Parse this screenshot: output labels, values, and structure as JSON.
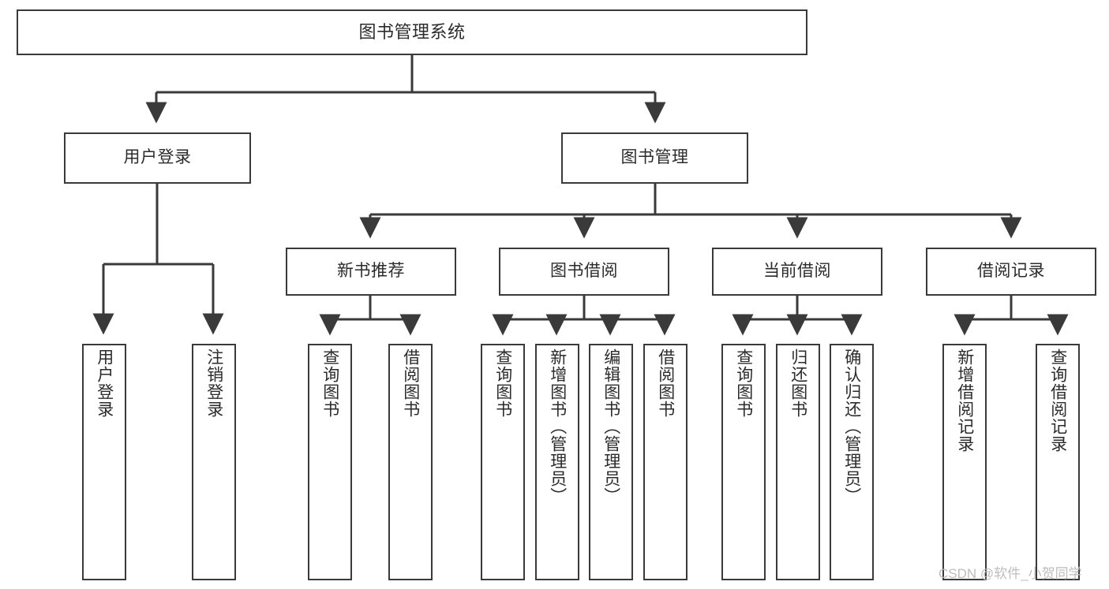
{
  "diagram": {
    "title": "图书管理系统",
    "style": {
      "box_border_color": "#3a3a3a",
      "box_fill_color": "#ffffff",
      "edge_color": "#3a3a3a",
      "text_color": "#2b2b2b",
      "background_color": "#ffffff",
      "watermark_color": "#bdbdbd"
    },
    "nodes": {
      "root": {
        "label": "图书管理系统"
      },
      "level2": [
        {
          "id": "user-login",
          "label": "用户登录"
        },
        {
          "id": "book-manage",
          "label": "图书管理"
        }
      ],
      "level3": [
        {
          "id": "new-book-recommend",
          "label": "新书推荐"
        },
        {
          "id": "book-borrow",
          "label": "图书借阅"
        },
        {
          "id": "current-borrow",
          "label": "当前借阅"
        },
        {
          "id": "borrow-record",
          "label": "借阅记录"
        }
      ],
      "leaves": [
        {
          "id": "leaf-user-login",
          "label": "用户登录",
          "parent": "user-login"
        },
        {
          "id": "leaf-logout-login",
          "label": "注销登录",
          "parent": "user-login"
        },
        {
          "id": "leaf-query-book-1",
          "label": "查询图书",
          "parent": "new-book-recommend"
        },
        {
          "id": "leaf-borrow-book-1",
          "label": "借阅图书",
          "parent": "new-book-recommend"
        },
        {
          "id": "leaf-query-book-2",
          "label": "查询图书",
          "parent": "book-borrow"
        },
        {
          "id": "leaf-add-book",
          "label": "新增图书（管理员）",
          "parent": "book-borrow"
        },
        {
          "id": "leaf-edit-book",
          "label": "编辑图书（管理员）",
          "parent": "book-borrow"
        },
        {
          "id": "leaf-borrow-book-2",
          "label": "借阅图书",
          "parent": "book-borrow"
        },
        {
          "id": "leaf-query-book-3",
          "label": "查询图书",
          "parent": "current-borrow"
        },
        {
          "id": "leaf-return-book",
          "label": "归还图书",
          "parent": "current-borrow"
        },
        {
          "id": "leaf-confirm-return",
          "label": "确认归还（管理员）",
          "parent": "current-borrow"
        },
        {
          "id": "leaf-add-record",
          "label": "新增借阅记录",
          "parent": "borrow-record"
        },
        {
          "id": "leaf-query-record",
          "label": "查询借阅记录",
          "parent": "borrow-record"
        }
      ]
    },
    "watermark": "CSDN @软件_小贺同学"
  }
}
